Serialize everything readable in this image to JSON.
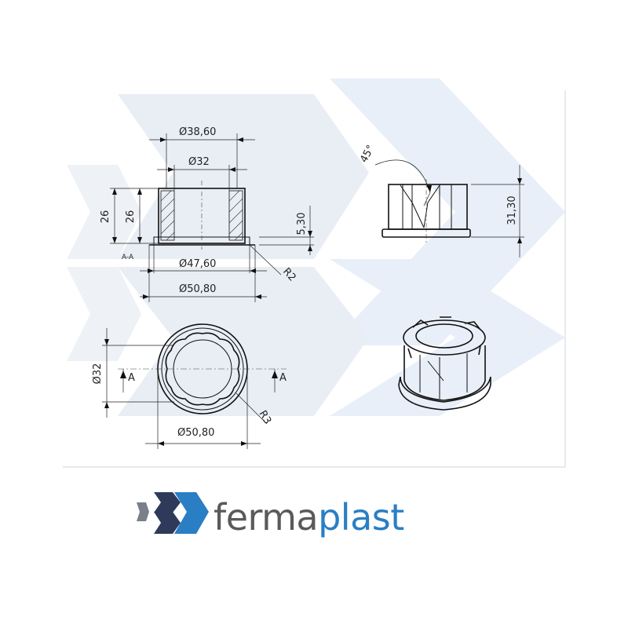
{
  "section_view": {
    "dim_outer_top": "Ø38,60",
    "dim_inner_top": "Ø32",
    "dim_height_outer": "26",
    "dim_height_inner": "26",
    "dim_flange": "5,30",
    "dim_base_inner": "Ø47,60",
    "dim_base_outer": "Ø50,80",
    "dim_radius": "R2",
    "section_label": "A-A"
  },
  "side_view": {
    "dim_angle": "45°",
    "dim_height": "31,30"
  },
  "top_view": {
    "dim_bore": "Ø32",
    "dim_outer": "Ø50,80",
    "dim_radius": "R3",
    "marker_left": "A",
    "marker_right": "A"
  },
  "brand": {
    "name_part1": "ferma",
    "name_part2": "plast",
    "colors": {
      "part1": "#5a5a5a",
      "part2": "#2a7ec4",
      "logo_dark": "#2f3a5a",
      "logo_blue": "#2a7ec4",
      "logo_grey": "#7a7f8a",
      "watermark": "#eef2f8"
    }
  }
}
